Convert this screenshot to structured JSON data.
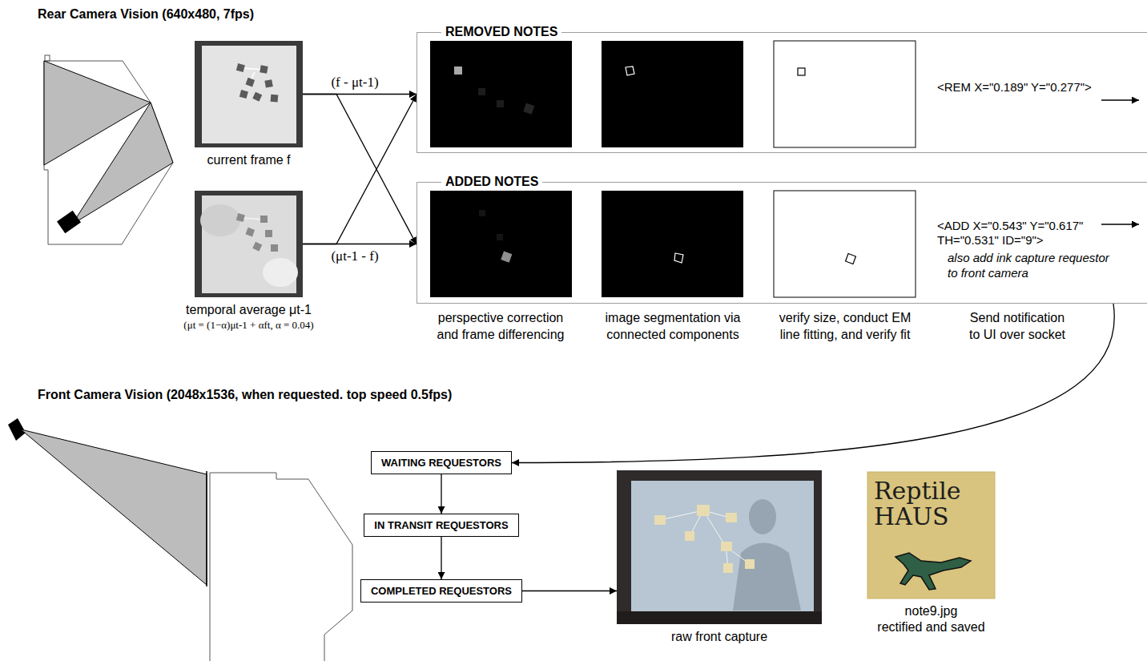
{
  "diagram": {
    "title": "Rear Camera Vision (640x480, 7fps)",
    "nodes": [
      {
        "text": [
          "current frame f"
        ]
      },
      {
        "text": [
          "REMOVED NOTES",
          "<REM X=\"0.189\" Y=\"0.277\">"
        ]
      },
      {
        "text": [
          "temporal average μt-1",
          "(μt = (1−α)μt-1 + αft, α = 0.04)"
        ]
      },
      {
        "text": [
          "ADDED NOTES",
          "<ADD X=\"0.543\" Y=\"0.617\" TH=\"0.531\" ID=\"9\">",
          "also add ink capture requestor to front camera"
        ]
      },
      {
        "text": [
          "WAITING REQUESTORS"
        ]
      },
      {
        "text": [
          "IN TRANSIT REQUESTORS"
        ]
      },
      {
        "text": [
          "COMPLETED REQUESTORS"
        ]
      },
      {
        "text": [
          "raw front capture"
        ]
      },
      {
        "text": [
          "Reptile HAUS",
          "note9.jpg",
          "rectified and saved"
        ]
      }
    ],
    "edges": [
      {
        "from": 0,
        "to": 1,
        "arrow": "to",
        "label": "(f - μt-1)"
      },
      {
        "from": 0,
        "to": 3,
        "arrow": "to"
      },
      {
        "from": 2,
        "to": 1,
        "arrow": "to"
      },
      {
        "from": 2,
        "to": 3,
        "arrow": "to",
        "label": "(μt-1 - f)"
      },
      {
        "from": 3,
        "to": 4,
        "arrow": "to"
      },
      {
        "from": 4,
        "to": 5,
        "arrow": "to"
      },
      {
        "from": 5,
        "to": 6,
        "arrow": "to"
      },
      {
        "from": 6,
        "to": 7,
        "arrow": "to"
      }
    ],
    "labels": [
      "Front Camera Vision (2048x1536, when requested. top speed 0.5fps)",
      "perspective correction and frame differencing",
      "image segmentation via connected components",
      "verify size, conduct EM line fitting, and verify fit",
      "Send notification to UI over socket"
    ]
  }
}
